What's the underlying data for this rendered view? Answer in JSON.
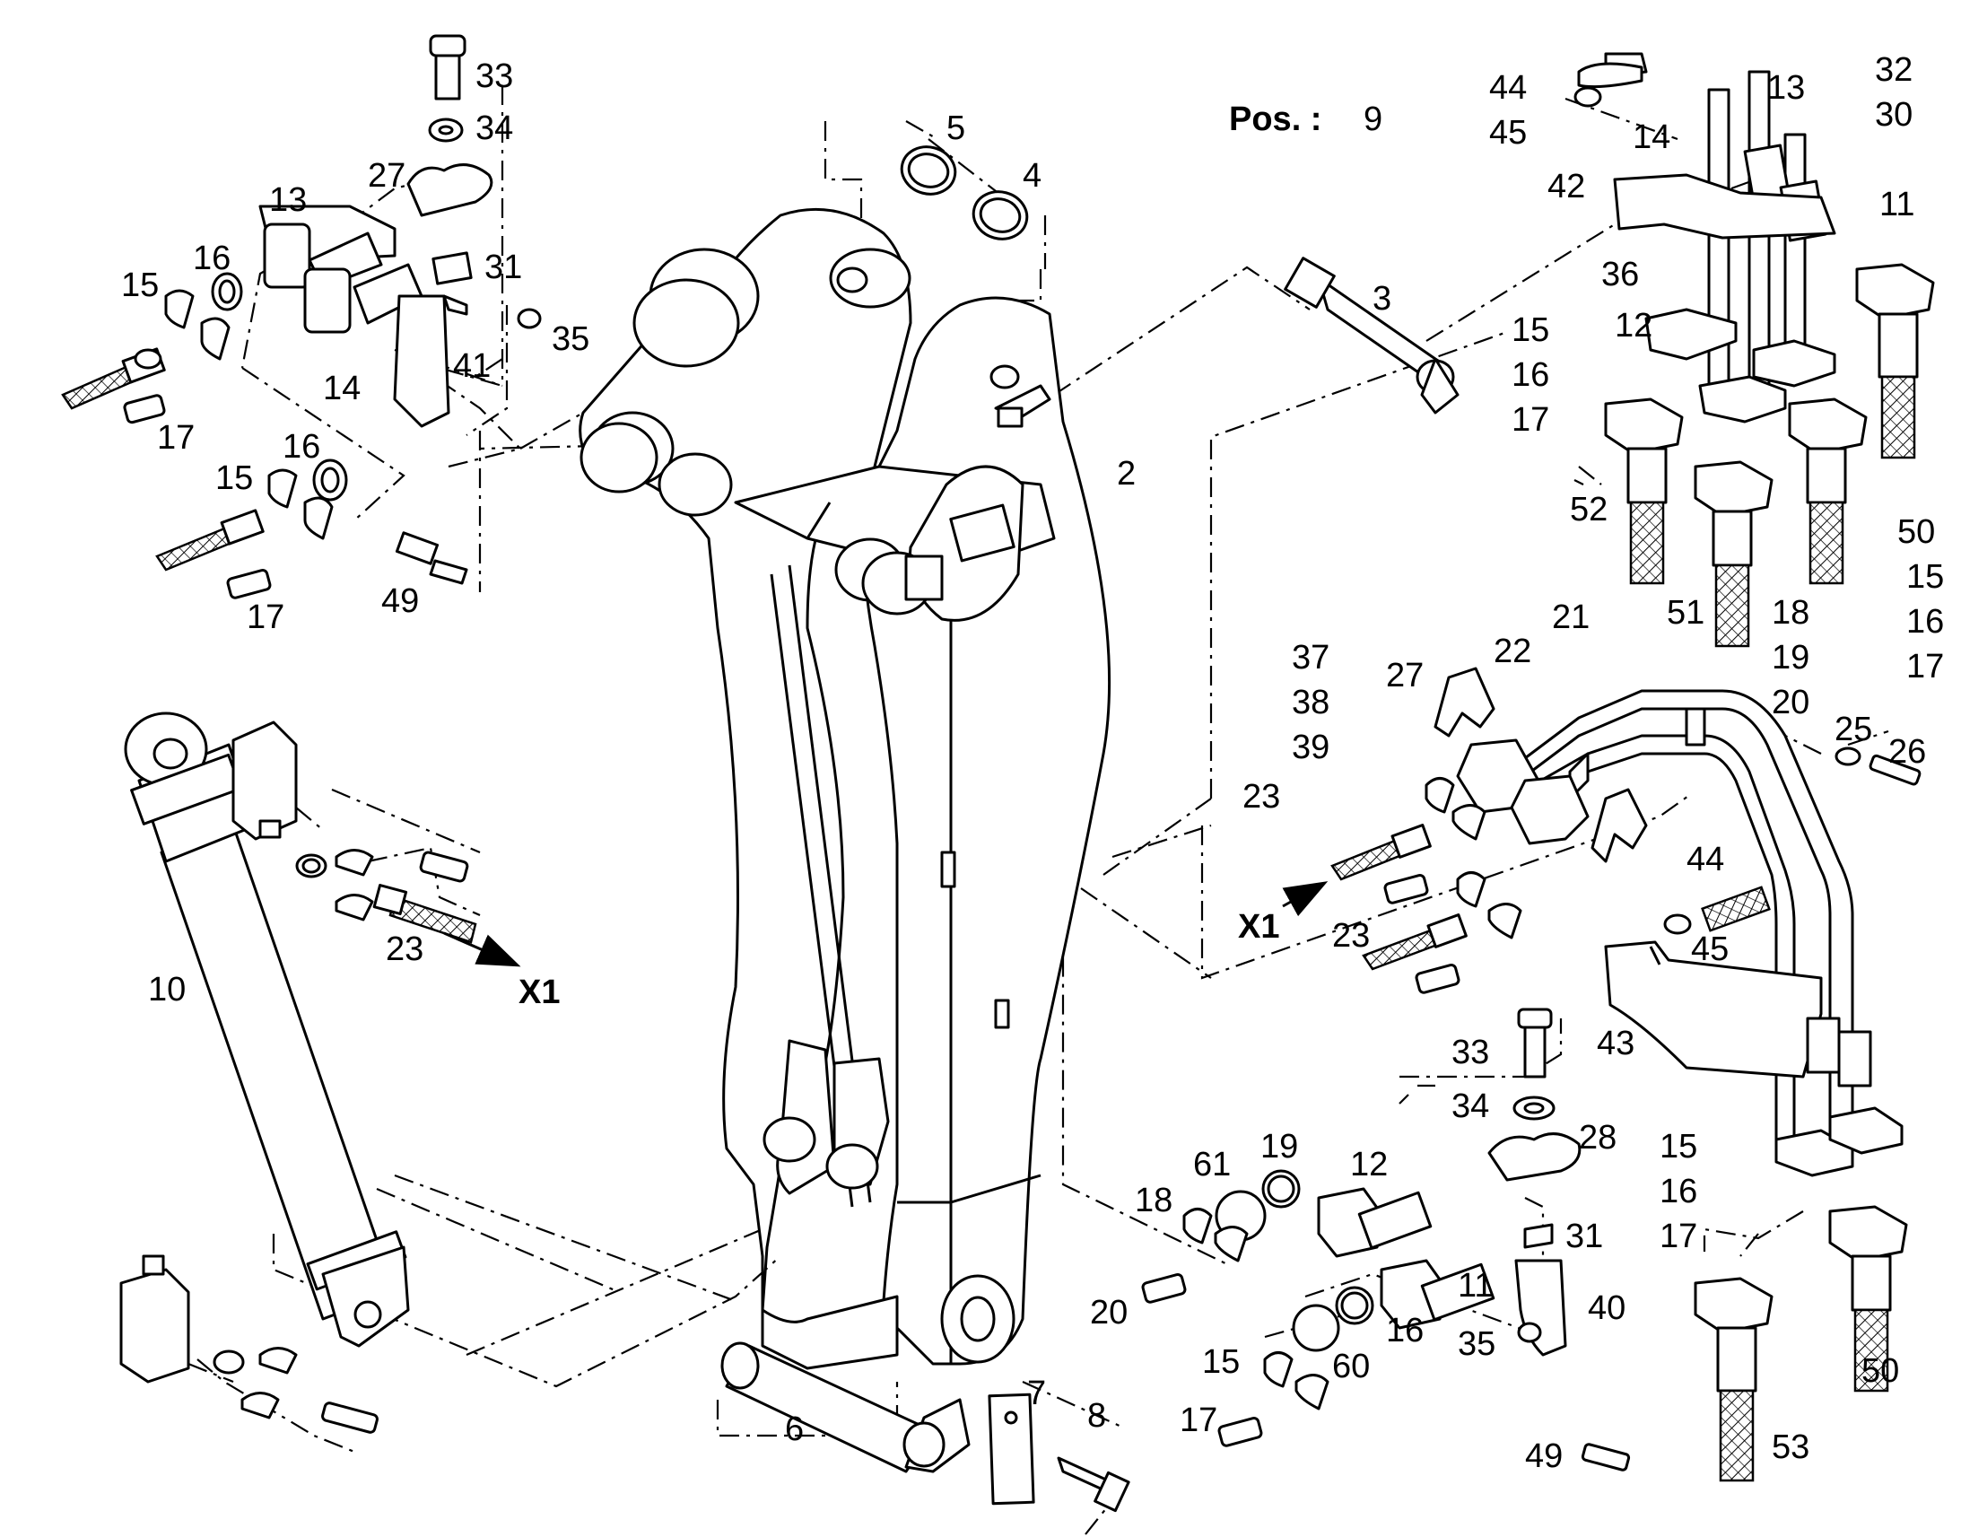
{
  "header": {
    "pos_label": "Pos. :",
    "pos_value": "9"
  },
  "callouts": {
    "c33a": "33",
    "c34a": "34",
    "c27a": "27",
    "c13a": "13",
    "c16a": "16",
    "c15a": "15",
    "c31a": "31",
    "c35a": "35",
    "c14a": "14",
    "c41": "41",
    "c17a": "17",
    "c16b": "16",
    "c15b": "15",
    "c17b": "17",
    "c49a": "49",
    "c5": "5",
    "c4": "4",
    "c3": "3",
    "c2": "2",
    "c44a": "44",
    "c45a": "45",
    "c13b": "13",
    "c32": "32",
    "c30": "30",
    "c14b": "14",
    "c42": "42",
    "c11a": "11",
    "c36": "36",
    "c15c": "15",
    "c12a": "12",
    "c16c": "16",
    "c17c": "17",
    "c52": "52",
    "c50a": "50",
    "c15d": "15",
    "c16d": "16",
    "c17d": "17",
    "c51": "51",
    "c18a": "18",
    "c19a": "19",
    "c20a": "20",
    "c37": "37",
    "c38": "38",
    "c39": "39",
    "c27b": "27",
    "c22": "22",
    "c21": "21",
    "c25": "25",
    "c26": "26",
    "c23a": "23",
    "c23b": "23",
    "c44b": "44",
    "c45b": "45",
    "c43": "43",
    "x1a": "X1",
    "c10": "10",
    "c23c": "23",
    "x1b": "X1",
    "c33b": "33",
    "c34b": "34",
    "c28": "28",
    "c12b": "12",
    "c61": "61",
    "c19b": "19",
    "c18b": "18",
    "c31b": "31",
    "c20b": "20",
    "c11b": "11",
    "c40": "40",
    "c15e": "15",
    "c60": "60",
    "c16e": "16",
    "c35b": "35",
    "c17e": "17",
    "c49b": "49",
    "c15f": "15",
    "c16f": "16",
    "c17f": "17",
    "c50b": "50",
    "c53": "53",
    "c6": "6",
    "c7": "7",
    "c8": "8"
  }
}
